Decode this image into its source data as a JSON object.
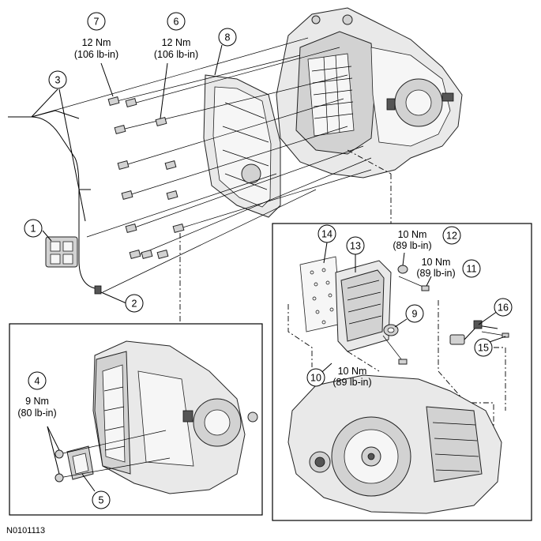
{
  "figure_id": "N0101113",
  "callouts": [
    {
      "number": "1"
    },
    {
      "number": "2"
    },
    {
      "number": "3"
    },
    {
      "number": "4",
      "torque_nm": "9 Nm",
      "torque_lbin": "(80 lb-in)"
    },
    {
      "number": "5"
    },
    {
      "number": "6",
      "torque_nm": "12 Nm",
      "torque_lbin": "(106 lb-in)"
    },
    {
      "number": "7",
      "torque_nm": "12 Nm",
      "torque_lbin": "(106 lb-in)"
    },
    {
      "number": "8"
    },
    {
      "number": "9"
    },
    {
      "number": "10",
      "torque_nm": "10 Nm",
      "torque_lbin": "(89 lb-in)"
    },
    {
      "number": "11",
      "torque_nm": "10 Nm",
      "torque_lbin": "(89 lb-in)"
    },
    {
      "number": "12",
      "torque_nm": "10 Nm",
      "torque_lbin": "(89 lb-in)"
    },
    {
      "number": "13"
    },
    {
      "number": "14"
    },
    {
      "number": "15"
    },
    {
      "number": "16"
    }
  ]
}
